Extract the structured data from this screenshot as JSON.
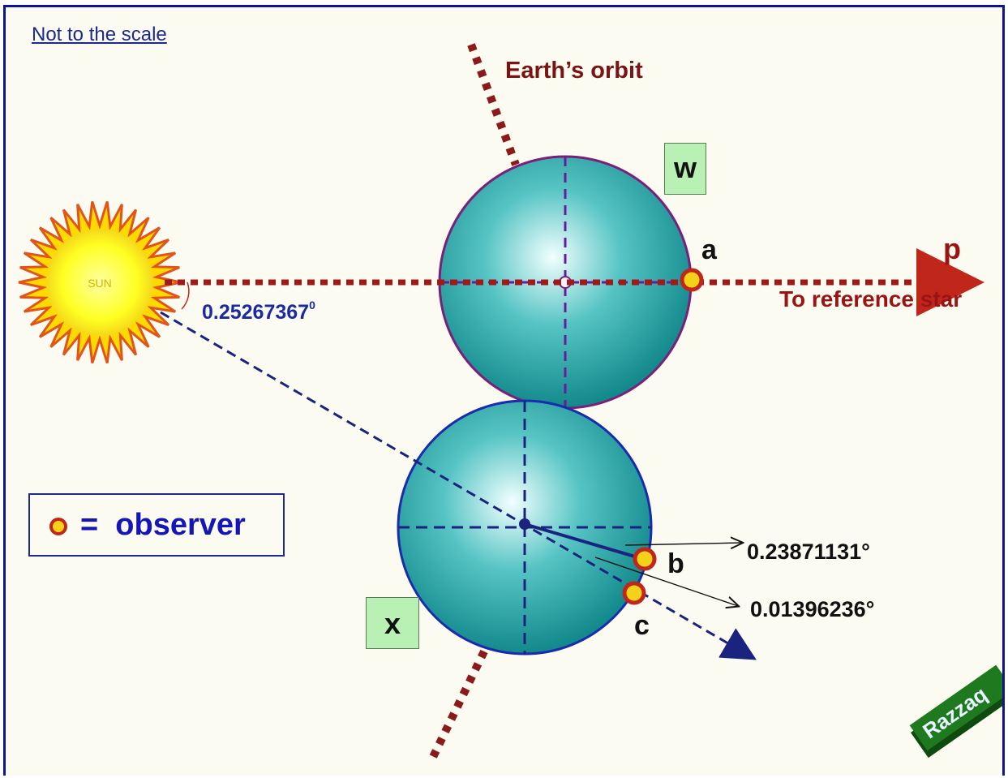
{
  "note": "Not to the scale",
  "labels": {
    "earth_orbit": "Earth’s orbit",
    "sun": "SUN",
    "position_w": "w",
    "position_x": "x",
    "point_a": "a",
    "point_b": "b",
    "point_c": "c",
    "point_p": "p",
    "reference_star": "To reference star",
    "angle_sun": "0.25267367",
    "angle_sun_superscript": "0",
    "angle_b": "0.23871131°",
    "angle_c": "0.01396236°",
    "watermark": "Razzaq"
  },
  "legend": {
    "text": "=  observer"
  },
  "colors": {
    "orbit": "#8b1a1a",
    "earth": "#1a9f9f",
    "observer_fill": "#f4d21a",
    "observer_ring": "#c0261a",
    "line_blue": "#1a237e",
    "label_box": "#b9f0b4"
  },
  "icons": [
    "sun-icon",
    "earth-globe-icon",
    "observer-icon",
    "arrow-icon",
    "watermark-logo"
  ]
}
